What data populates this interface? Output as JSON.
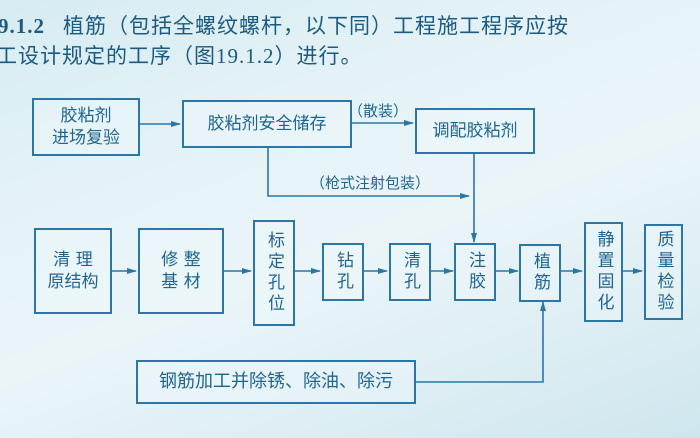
{
  "header": {
    "section_number": "9.1.2",
    "line1_text": "植筋（包括全螺纹螺杆，以下同）工程施工程序应按",
    "line2_prefix": "工设计规定的工序（图",
    "line2_ref": "19.1.2",
    "line2_suffix": "）进行。"
  },
  "colors": {
    "line": "#2a77a6",
    "text": "#1f6590",
    "background": "#e4f2f6"
  },
  "diagram": {
    "top_row": {
      "inspect": "胶粘剂进场复验",
      "inspect_l1": "胶粘剂",
      "inspect_l2": "进场复验",
      "storage": "胶粘剂安全储存",
      "mix": "调配胶粘剂",
      "bulk_label": "（散装）",
      "gun_label": "（枪式注射包装）"
    },
    "main_row": [
      {
        "id": "clean",
        "l1": "清 理",
        "l2": "原结构"
      },
      {
        "id": "trim",
        "l1": "修 整",
        "l2": "基 材"
      },
      {
        "id": "mark",
        "text": "标定孔位"
      },
      {
        "id": "drill",
        "text": "钻孔"
      },
      {
        "id": "clean-hole",
        "text": "清孔"
      },
      {
        "id": "inject",
        "text": "注胶"
      },
      {
        "id": "plant",
        "text": "植筋"
      },
      {
        "id": "cure",
        "text": "静置固化"
      },
      {
        "id": "qc",
        "text": "质量检验"
      }
    ],
    "rebar_prep": "钢筋加工并除锈、除油、除污"
  }
}
